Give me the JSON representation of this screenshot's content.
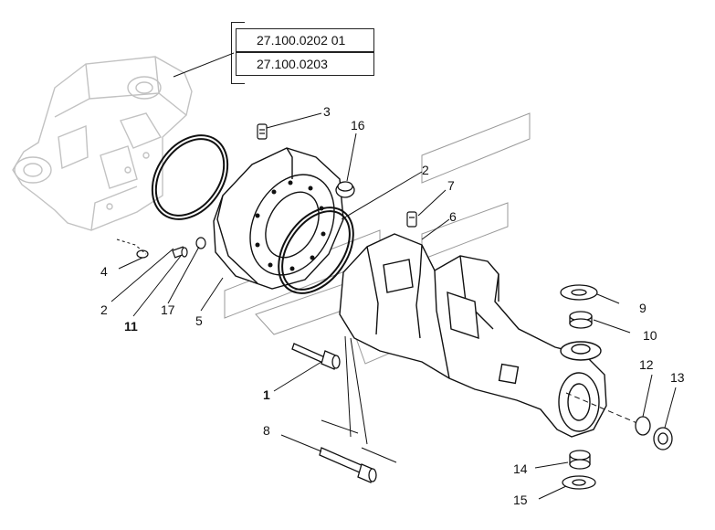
{
  "reference_codes": [
    "27.100.0202 01",
    "27.100.0203"
  ],
  "callouts": {
    "c1": "1",
    "c2a": "2",
    "c2b": "2",
    "c3": "3",
    "c4": "4",
    "c5": "5",
    "c6": "6",
    "c7": "7",
    "c8": "8",
    "c9": "9",
    "c10": "10",
    "c11": "11",
    "c12": "12",
    "c13": "13",
    "c14": "14",
    "c15": "15",
    "c16": "16",
    "c17": "17"
  },
  "colors": {
    "line": "#111111",
    "ghost": "#c2c2c2",
    "watermark": "#9a9a9a"
  }
}
